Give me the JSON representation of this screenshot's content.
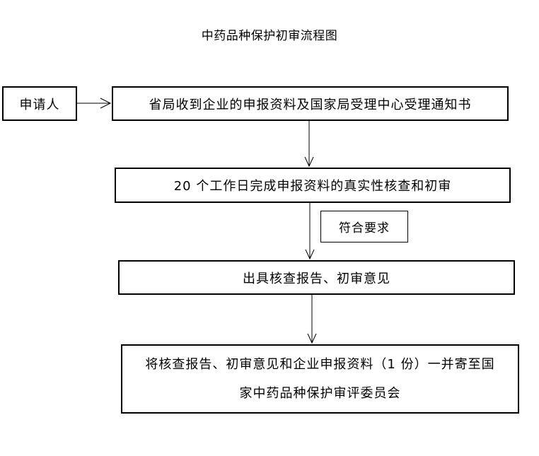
{
  "title": "中药品种保护初审流程图",
  "nodes": {
    "applicant": "申请人",
    "step1": "省局收到企业的申报资料及国家局受理中心受理通知书",
    "step2": "20 个工作日完成申报资料的真实性核查和初审",
    "condition": "符合要求",
    "step3": "出具核查报告、初审意见",
    "step4": {
      "line1": "将核查报告、初审意见和企业申报资料（1 份）一并寄至国",
      "line2": "家中药品种保护审评委员会"
    }
  },
  "edges": [
    {
      "from": "applicant",
      "to": "step1",
      "direction": "right"
    },
    {
      "from": "step1",
      "to": "step2",
      "direction": "down"
    },
    {
      "from": "step2",
      "to": "step3",
      "direction": "down",
      "label": "符合要求"
    },
    {
      "from": "step3",
      "to": "step4",
      "direction": "down"
    }
  ],
  "colors": {
    "stroke": "#000000",
    "background": "#ffffff",
    "text": "#000000"
  }
}
